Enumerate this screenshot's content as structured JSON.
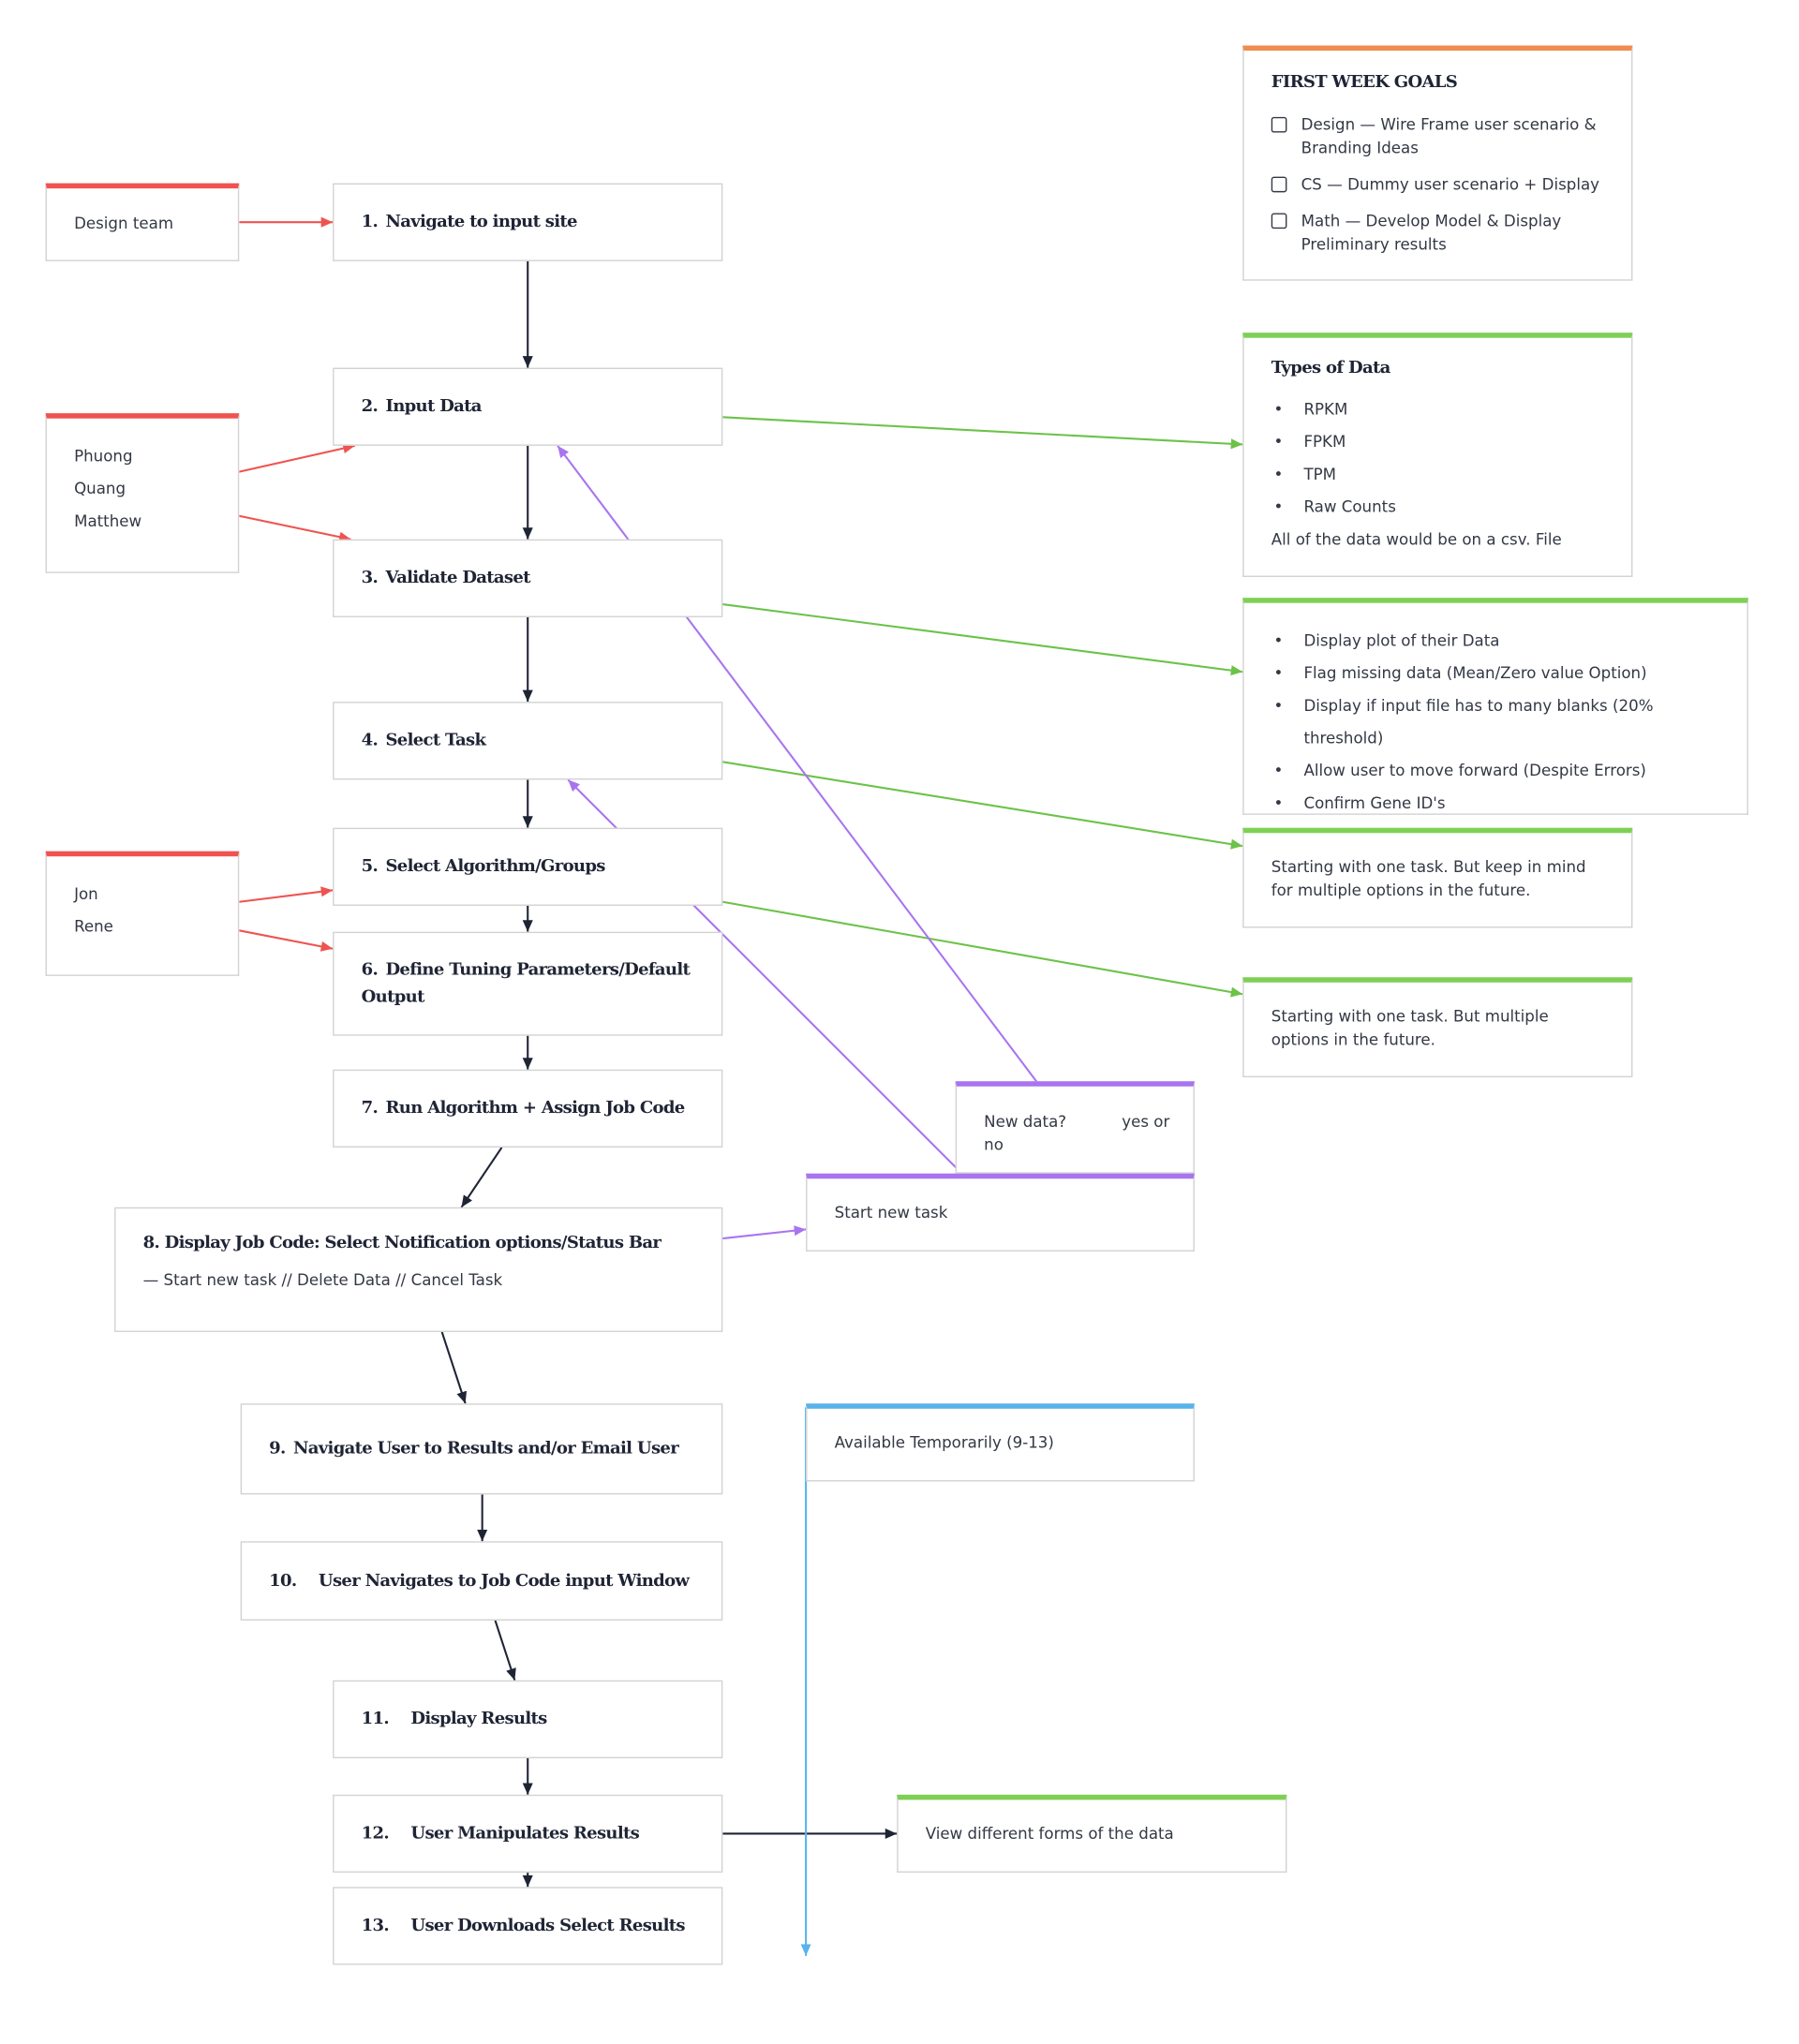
{
  "colors": {
    "arrow_dark": "#1f2435",
    "red": "#ef5350",
    "green": "#7ed055",
    "orange": "#f08c50",
    "purple": "#a974f0",
    "blue": "#58b3ec"
  },
  "steps": [
    {
      "num": "1.",
      "label": "Navigate to input site"
    },
    {
      "num": "2.",
      "label": "Input Data"
    },
    {
      "num": "3.",
      "label": "Validate Dataset"
    },
    {
      "num": "4.",
      "label": "Select Task"
    },
    {
      "num": "5.",
      "label": "Select Algorithm/Groups"
    },
    {
      "num": "6.",
      "label": "Define Tuning Parameters/Default Output"
    },
    {
      "num": "7.",
      "label": "Run Algorithm + Assign Job Code"
    },
    {
      "num": "8.",
      "label": "Display Job Code: Select Notification options/Status Bar",
      "sub": "— Start new task // Delete Data // Cancel Task"
    },
    {
      "num": "9.",
      "label": "Navigate User to Results and/or Email User"
    },
    {
      "num": "10.",
      "label": "User Navigates to Job Code input Window"
    },
    {
      "num": "11.",
      "label": "Display Results"
    },
    {
      "num": "12.",
      "label": "User Manipulates Results"
    },
    {
      "num": "13.",
      "label": "User Downloads Select Results"
    }
  ],
  "teams": {
    "design": "Design team",
    "group1": [
      "Phuong",
      "Quang",
      "Matthew"
    ],
    "group2": [
      "Jon",
      "Rene"
    ]
  },
  "goals": {
    "title": "FIRST WEEK GOALS",
    "items": [
      "Design — Wire Frame user scenario & Branding Ideas",
      "CS — Dummy user scenario + Display",
      "Math — Develop Model & Display Preliminary results"
    ]
  },
  "data_types": {
    "title": "Types of Data",
    "items": [
      "RPKM",
      "FPKM",
      "TPM",
      "Raw Counts"
    ],
    "footer": "All of the data would be on a csv. File"
  },
  "validation_notes": [
    "Display plot of their Data",
    "Flag missing data (Mean/Zero value Option)",
    "Display if input file has to many blanks (20% threshold)",
    "Allow user to move forward (Despite Errors)",
    "Confirm Gene ID's"
  ],
  "task_note": "Starting with one task. But keep in mind for multiple options in the future.",
  "algo_note": "Starting with one task. But multiple options in the future.",
  "new_data": {
    "question": "New data?",
    "answer": "yes or",
    "answer2": "no"
  },
  "start_new_task": "Start new task",
  "available": "Available Temporarily (9-13)",
  "view_forms": "View different forms of the data"
}
